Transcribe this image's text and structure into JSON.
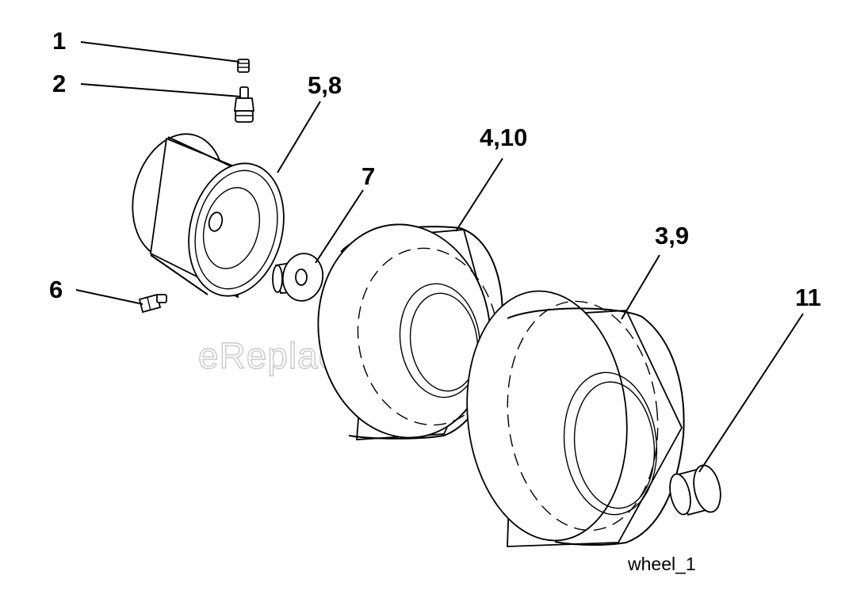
{
  "callouts": {
    "c1": "1",
    "c2": "2",
    "c5_8": "5,8",
    "c4_10": "4,10",
    "c7": "7",
    "c3_9": "3,9",
    "c6": "6",
    "c11": "11"
  },
  "watermark": "eReplacementParts.com",
  "caption": "wheel_1",
  "parts": [
    "valve-cap",
    "valve-stem",
    "rim",
    "bearing",
    "tire-front",
    "tire-rear",
    "grease-fitting",
    "hub-cap"
  ]
}
